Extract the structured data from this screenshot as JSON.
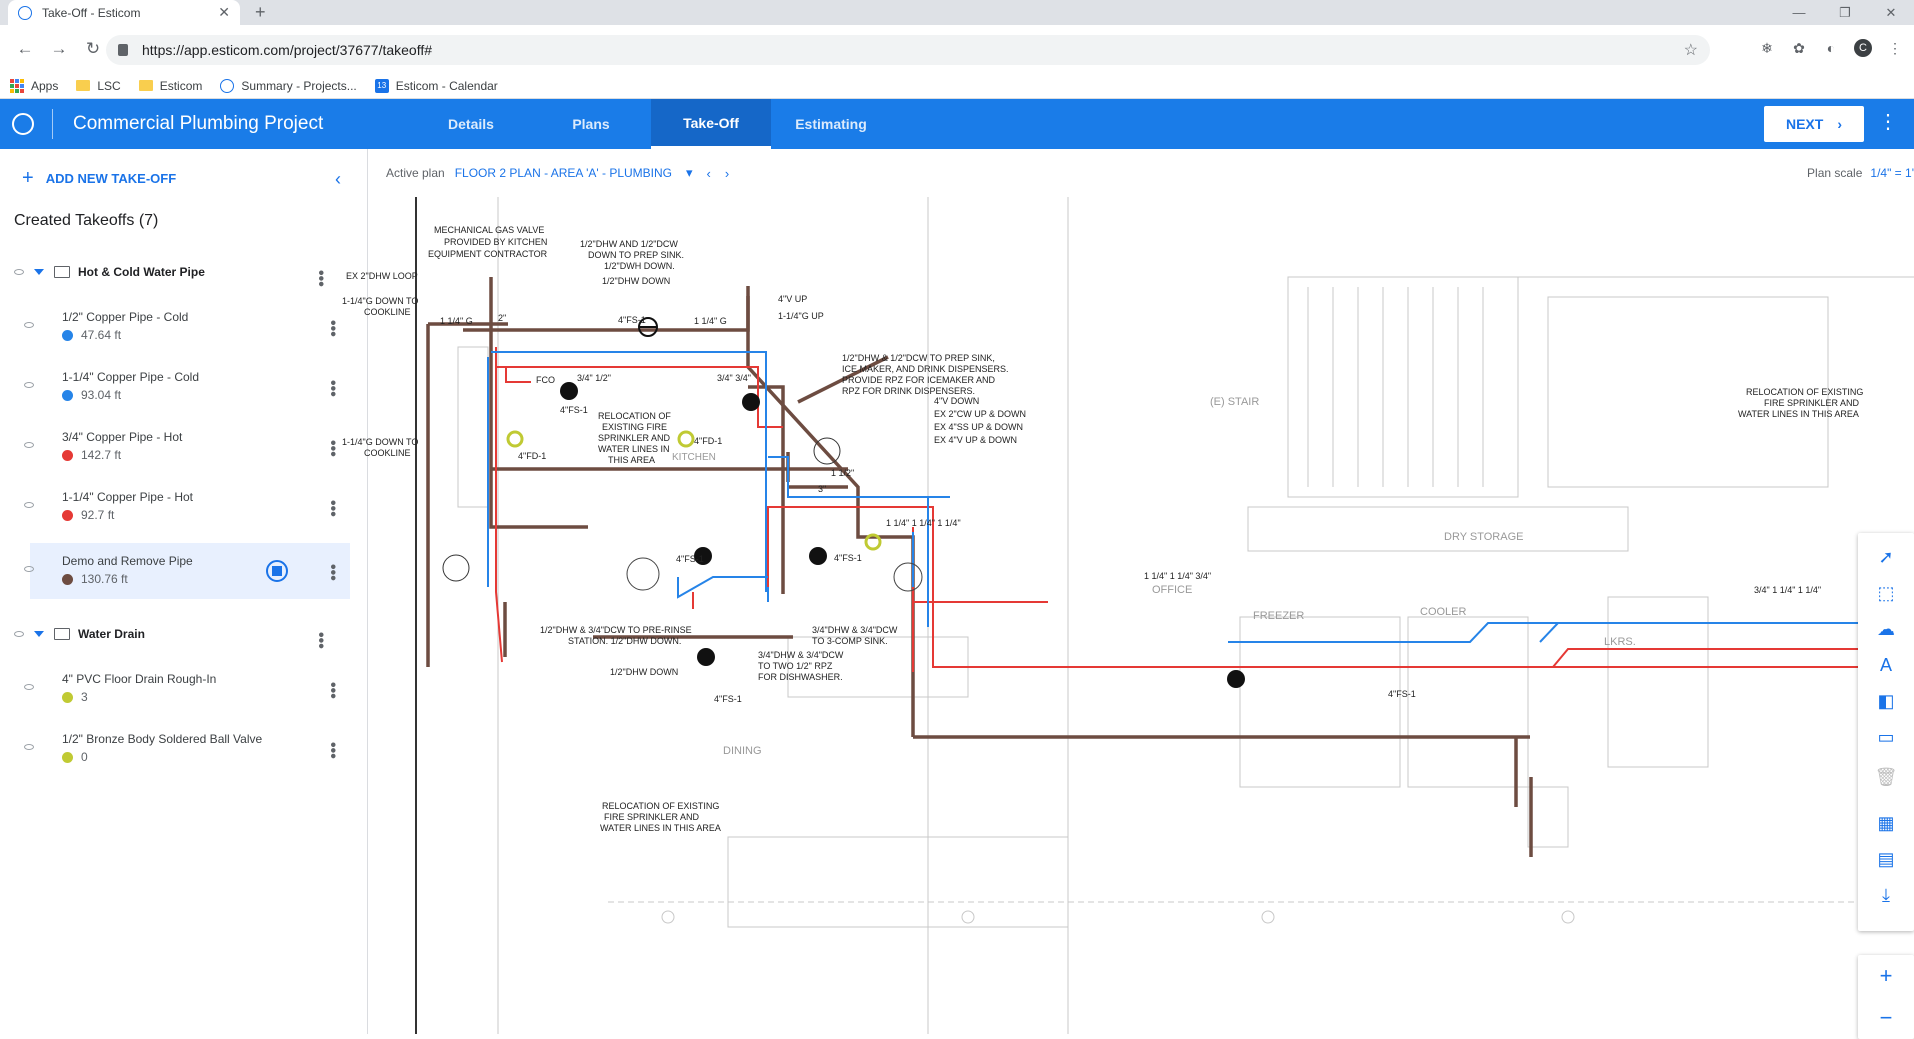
{
  "browser": {
    "tab_title": "Take-Off - Esticom",
    "url": "https://app.esticom.com/project/37677/takeoff#",
    "bookmarks": [
      "Apps",
      "LSC",
      "Esticom",
      "Summary - Projects...",
      "Esticom - Calendar"
    ],
    "avatar": "C"
  },
  "app": {
    "project_title": "Commercial Plumbing Project",
    "tabs": [
      "Details",
      "Plans",
      "Take-Off",
      "Estimating"
    ],
    "active_tab": "Take-Off",
    "next_label": "NEXT"
  },
  "sidebar": {
    "add_label": "ADD NEW TAKE-OFF",
    "created_title": "Created Takeoffs (7)",
    "groups": [
      {
        "name": "Hot & Cold Water Pipe",
        "items": [
          {
            "name": "1/2\" Copper Pipe - Cold",
            "value": "47.64 ft",
            "color": "#2684e8"
          },
          {
            "name": "1-1/4\" Copper Pipe - Cold",
            "value": "93.04 ft",
            "color": "#2684e8"
          },
          {
            "name": "3/4\" Copper Pipe - Hot",
            "value": "142.7 ft",
            "color": "#e53935"
          },
          {
            "name": "1-1/4\" Copper Pipe - Hot",
            "value": "92.7 ft",
            "color": "#e53935"
          },
          {
            "name": "Demo and Remove Pipe",
            "value": "130.76 ft",
            "color": "#6d4c41",
            "selected": true
          }
        ]
      },
      {
        "name": "Water Drain",
        "items": [
          {
            "name": "4\" PVC Floor Drain Rough-In",
            "value": "3",
            "color": "#c0ca33"
          },
          {
            "name": "1/2\" Bronze Body Soldered Ball Valve",
            "value": "0",
            "color": "#c0ca33"
          }
        ]
      }
    ]
  },
  "plan": {
    "active_label": "Active plan",
    "active_plan": "FLOOR 2 PLAN - AREA 'A' - PLUMBING",
    "scale_label": "Plan scale",
    "scale_value": "1/4\" = 1'",
    "notes": {
      "n1": "MECHANICAL GAS VALVE",
      "n2": "PROVIDED BY KITCHEN",
      "n3": "EQUIPMENT CONTRACTOR",
      "n4": "1/2\"DHW AND 1/2\"DCW",
      "n5": "DOWN TO PREP SINK.",
      "n6": "1/2\"DWH DOWN.",
      "n7": "1/2\"DHW DOWN",
      "n8": "EX 2\"DHW LOOP",
      "n9": "1-1/4\"G DOWN TO",
      "n10": "COOKLINE",
      "n11": "4\"V UP",
      "n12": "1-1/4\"G UP",
      "n13": "1 1/4\" G",
      "n14": "4\"FS-1",
      "n15": "FCO",
      "n16": "RELOCATION OF",
      "n17": "EXISTING FIRE",
      "n18": "SPRINKLER AND",
      "n19": "WATER LINES IN",
      "n20": "THIS AREA",
      "n21": "4\"FD-1",
      "n22": "KITCHEN",
      "n23": "1/2\"DHW & 1/2\"DCW TO PREP SINK,",
      "n24": "ICE MAKER, AND DRINK DISPENSERS.",
      "n25": "PROVIDE RPZ FOR ICEMAKER AND",
      "n26": "RPZ FOR DRINK DISPENSERS.",
      "n27": "4\"V DOWN",
      "n28": "EX 2\"CW UP & DOWN",
      "n29": "EX 4\"SS UP & DOWN",
      "n30": "EX 4\"V UP & DOWN",
      "n31": "(E) STAIR",
      "n32": "RELOCATION OF EXISTING",
      "n33": "FIRE SPRINKLER AND",
      "n34": "WATER LINES IN THIS AREA",
      "n35": "DRY STORAGE",
      "n36": "OFFICE",
      "n37": "FREEZER",
      "n38": "COOLER",
      "n39": "LKRS.",
      "n40": "1/2\"DHW & 3/4\"DCW TO PRE-RINSE",
      "n41": "STATION. 1/2\"DHW DOWN.",
      "n42": "3/4\"DHW & 3/4\"DCW",
      "n43": "TO 3-COMP SINK.",
      "n44": "TO TWO 1/2\" RPZ",
      "n45": "FOR DISHWASHER.",
      "n46": "1/2\"DHW DOWN",
      "n47": "DINING",
      "n48": "RELOCATION OF EXISTING",
      "n49": "FIRE SPRINKLER AND",
      "n50": "WATER LINES IN THIS AREA",
      "n51": "1 1/4\" 1 1/4\" 3/4\"",
      "n52": "3/4\" 1 1/4\" 1 1/4\"",
      "n53": "4\"FS-1",
      "n54": "3/4\" 1/2\"",
      "n55": "3/4\" 3/4\"",
      "n56": "1 1/2\"",
      "n57": "3\"",
      "n58": "2\"",
      "n59": "1 1/4\" 1 1/4\" 1 1/4\""
    }
  },
  "tools": [
    "select",
    "area",
    "cloud",
    "text",
    "compare",
    "measure",
    "delete",
    "table",
    "notes",
    "download"
  ],
  "zoom": {
    "in": "+",
    "out": "−"
  }
}
